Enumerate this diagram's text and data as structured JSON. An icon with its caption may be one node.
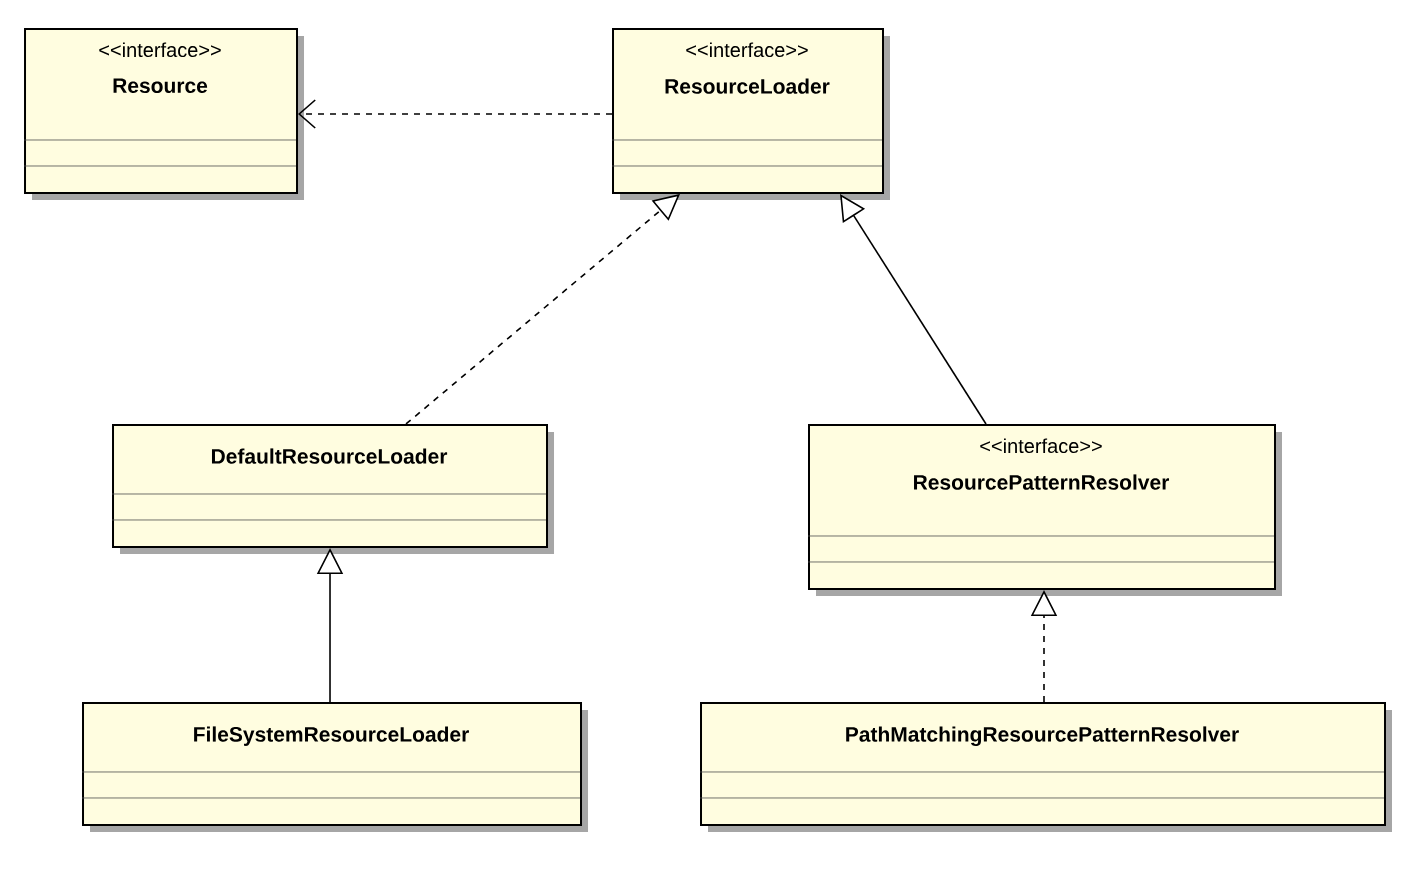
{
  "diagram": {
    "nodes": [
      {
        "text": [
          "<<interface>>",
          "Resource"
        ]
      },
      {
        "text": [
          "<<interface>>",
          "ResourceLoader"
        ]
      },
      {
        "text": [
          "DefaultResourceLoader"
        ]
      },
      {
        "text": [
          "<<interface>>",
          "ResourcePatternResolver"
        ]
      },
      {
        "text": [
          "FileSystemResourceLoader"
        ]
      },
      {
        "text": [
          "PathMatchingResourcePatternResolver"
        ]
      }
    ],
    "edges": [
      {
        "from": 1,
        "to": 0,
        "arrow": "to",
        "style": "dashed"
      },
      {
        "from": 2,
        "to": 1,
        "arrow": "to",
        "style": "dashed"
      },
      {
        "from": 3,
        "to": 1,
        "arrow": "to"
      },
      {
        "from": 4,
        "to": 2,
        "arrow": "to"
      },
      {
        "from": 5,
        "to": 3,
        "arrow": "to",
        "style": "dashed"
      }
    ]
  }
}
